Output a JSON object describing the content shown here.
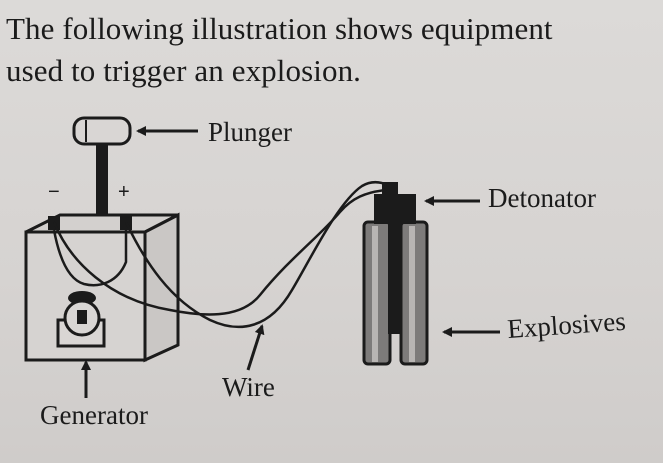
{
  "caption": {
    "line1": "The following illustration shows equipment",
    "line2": "used to trigger an explosion."
  },
  "labels": {
    "plunger": "Plunger",
    "detonator": "Detonator",
    "explosives": "Explosives",
    "wire": "Wire",
    "generator": "Generator",
    "minus": "−",
    "plus": "+"
  }
}
